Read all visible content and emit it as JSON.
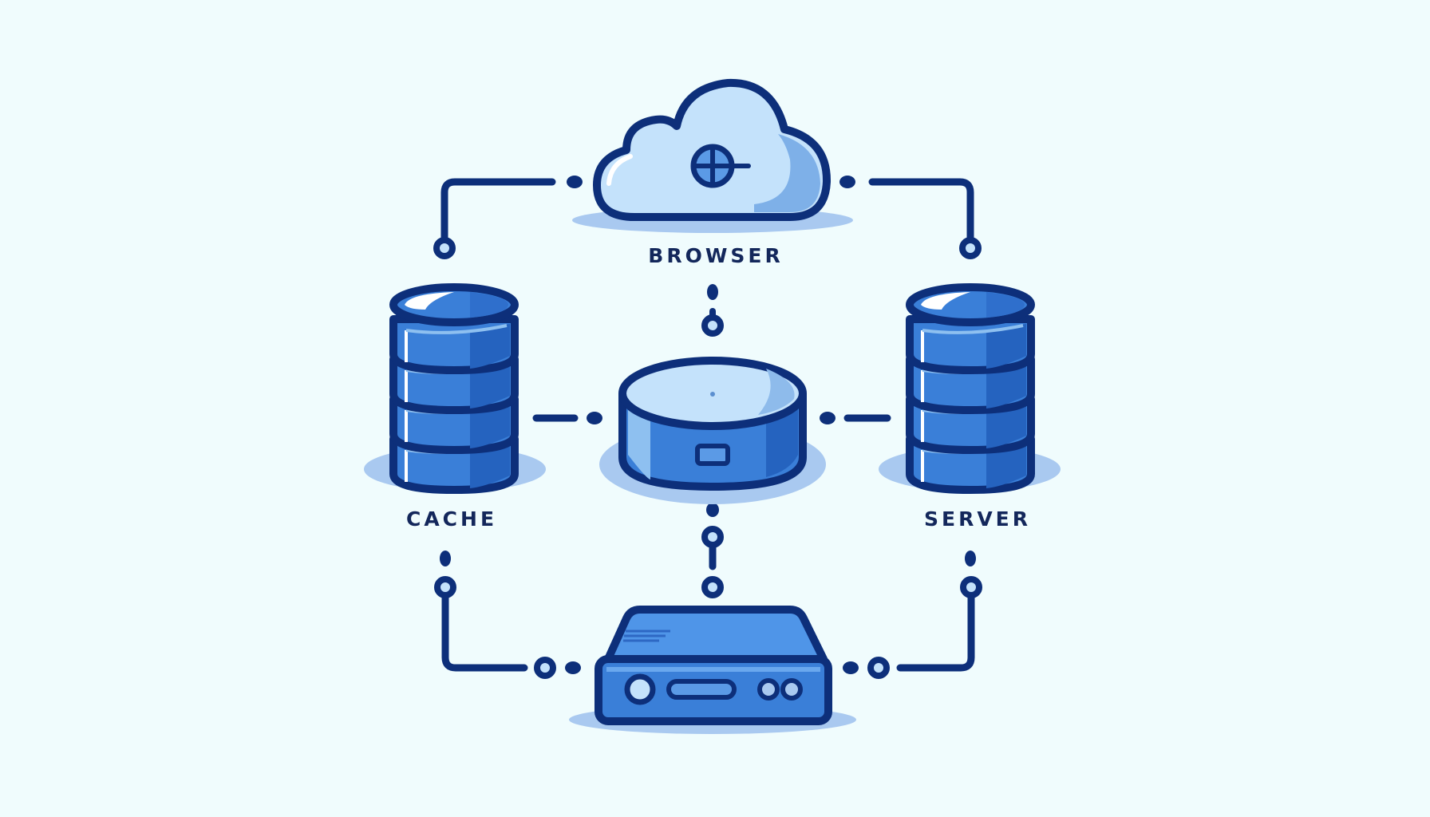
{
  "diagram": {
    "title": "Browser, Cache and Server network diagram",
    "nodes": [
      {
        "id": "browser",
        "label": "BROWSER",
        "icon": "cloud-globe-icon"
      },
      {
        "id": "cache",
        "label": "CACHE",
        "icon": "database-stack-icon"
      },
      {
        "id": "server",
        "label": "SERVER",
        "icon": "database-stack-icon"
      },
      {
        "id": "hub",
        "label": "",
        "icon": "hub-puck-icon"
      },
      {
        "id": "router",
        "label": "",
        "icon": "router-device-icon"
      }
    ],
    "edges": [
      {
        "from": "browser",
        "to": "cache"
      },
      {
        "from": "browser",
        "to": "server"
      },
      {
        "from": "browser",
        "to": "hub"
      },
      {
        "from": "cache",
        "to": "hub"
      },
      {
        "from": "hub",
        "to": "server"
      },
      {
        "from": "hub",
        "to": "router"
      },
      {
        "from": "cache",
        "to": "router"
      },
      {
        "from": "router",
        "to": "server"
      }
    ]
  },
  "colors": {
    "background": "#f0fcfd",
    "outline": "#0d2f7a",
    "primary_blue": "#3a7fd8",
    "dark_blue": "#2563bf",
    "light_blue": "#c4e2fb",
    "shadow": "#a9c9f0",
    "label": "#13275b"
  }
}
